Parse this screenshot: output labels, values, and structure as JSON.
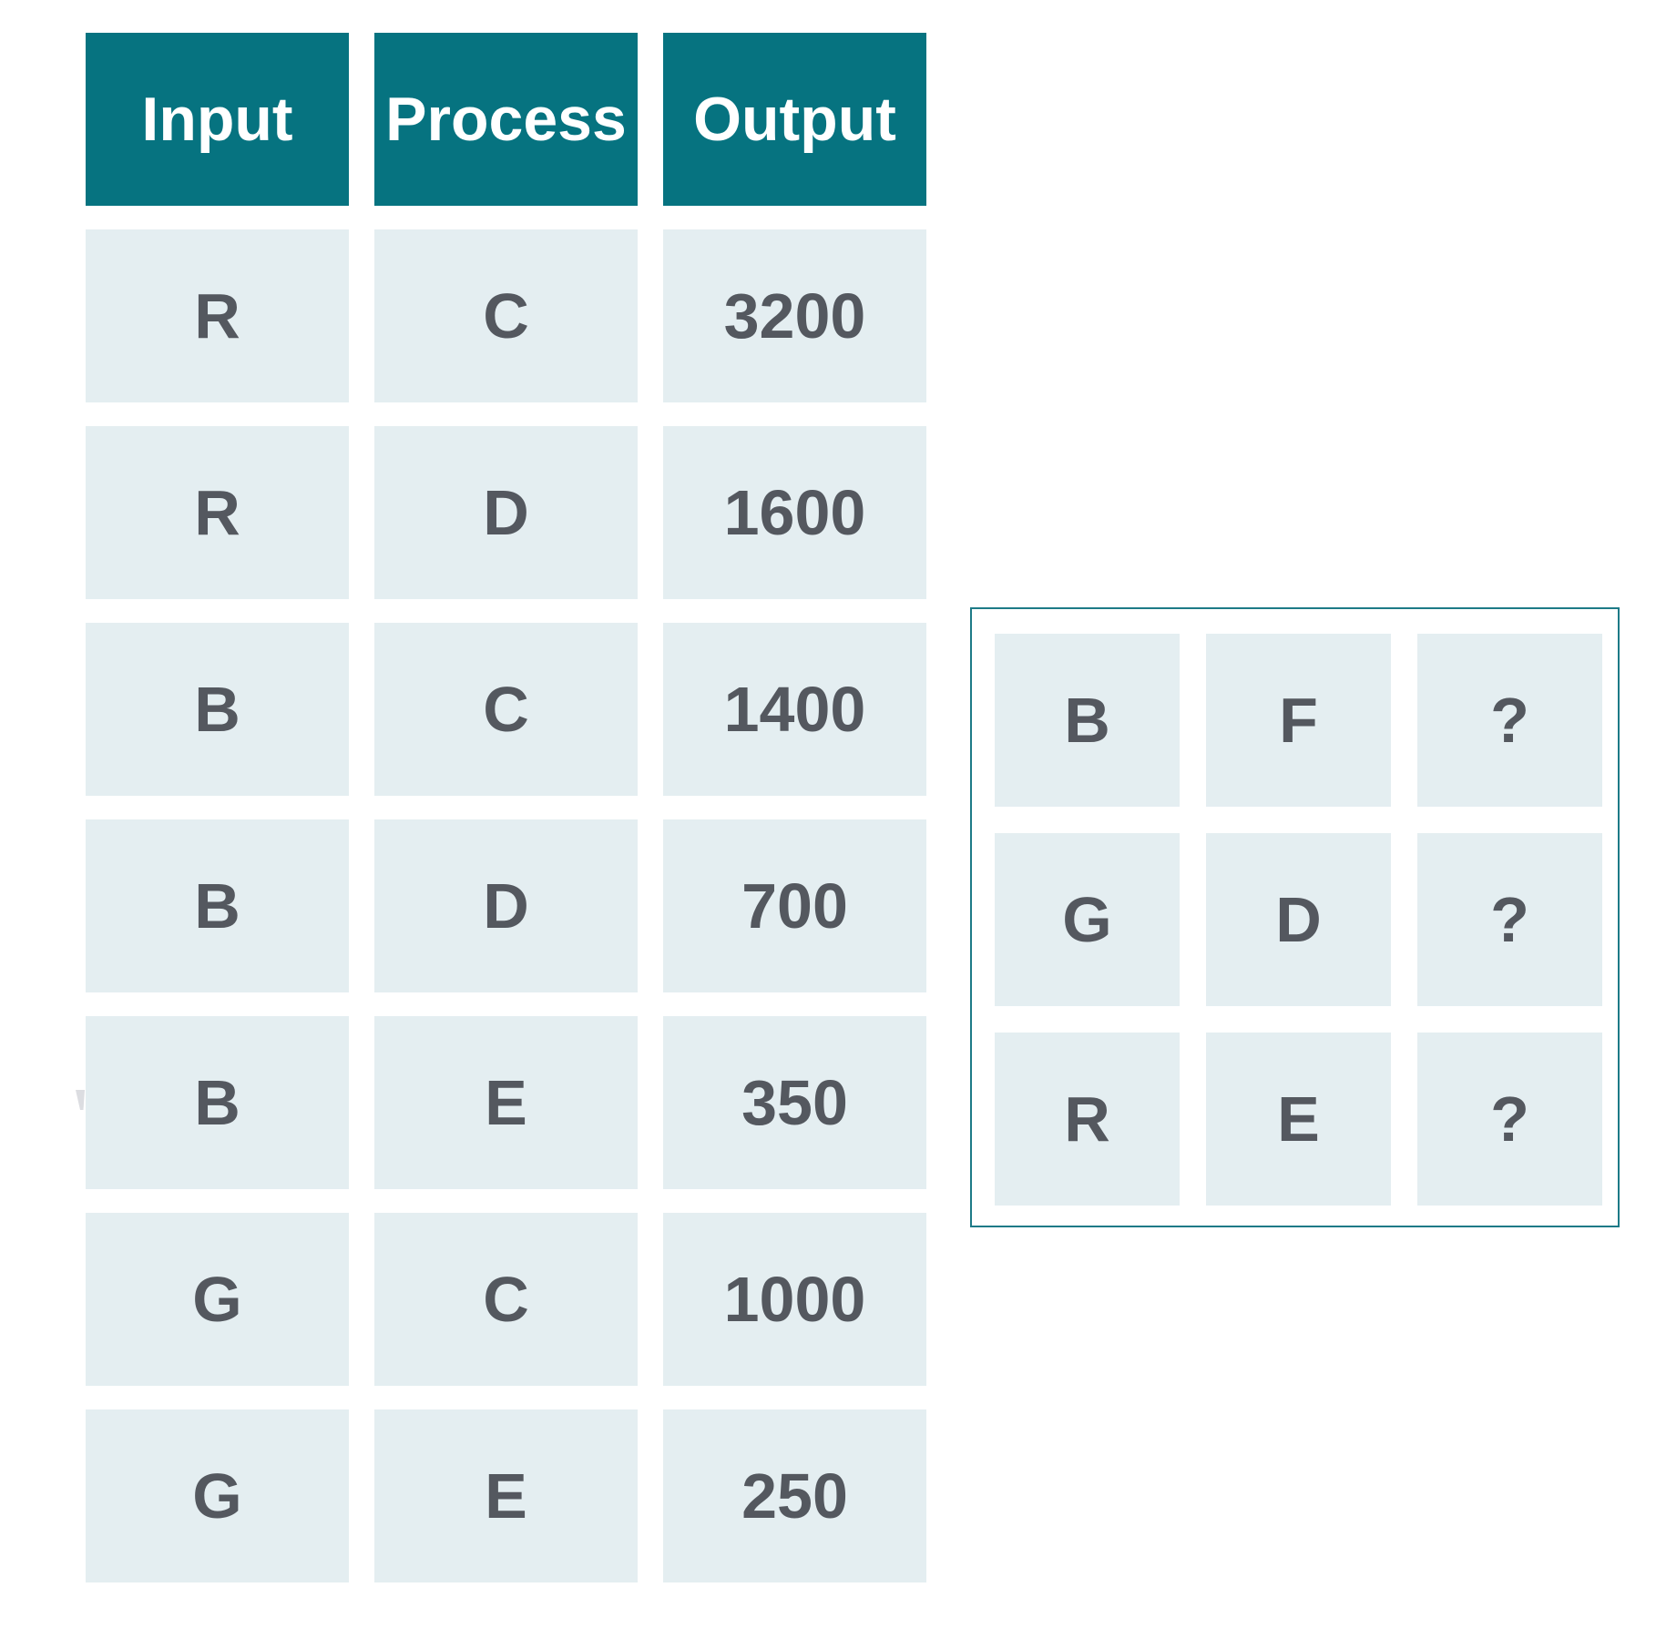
{
  "colors": {
    "page_bg": "#ffffff",
    "header_bg": "#067380",
    "header_text": "#ffffff",
    "cell_bg": "#e4eef1",
    "cell_text": "#54585f",
    "box_border": "#1d7a87"
  },
  "io_table": {
    "headers": [
      "Input",
      "Process",
      "Output"
    ],
    "rows": [
      [
        "R",
        "C",
        "3200"
      ],
      [
        "R",
        "D",
        "1600"
      ],
      [
        "B",
        "C",
        "1400"
      ],
      [
        "B",
        "D",
        "700"
      ],
      [
        "B",
        "E",
        "350"
      ],
      [
        "G",
        "C",
        "1000"
      ],
      [
        "G",
        "E",
        "250"
      ]
    ]
  },
  "puzzle_box": {
    "rows": [
      [
        "B",
        "F",
        "?"
      ],
      [
        "G",
        "D",
        "?"
      ],
      [
        "R",
        "E",
        "?"
      ]
    ]
  }
}
